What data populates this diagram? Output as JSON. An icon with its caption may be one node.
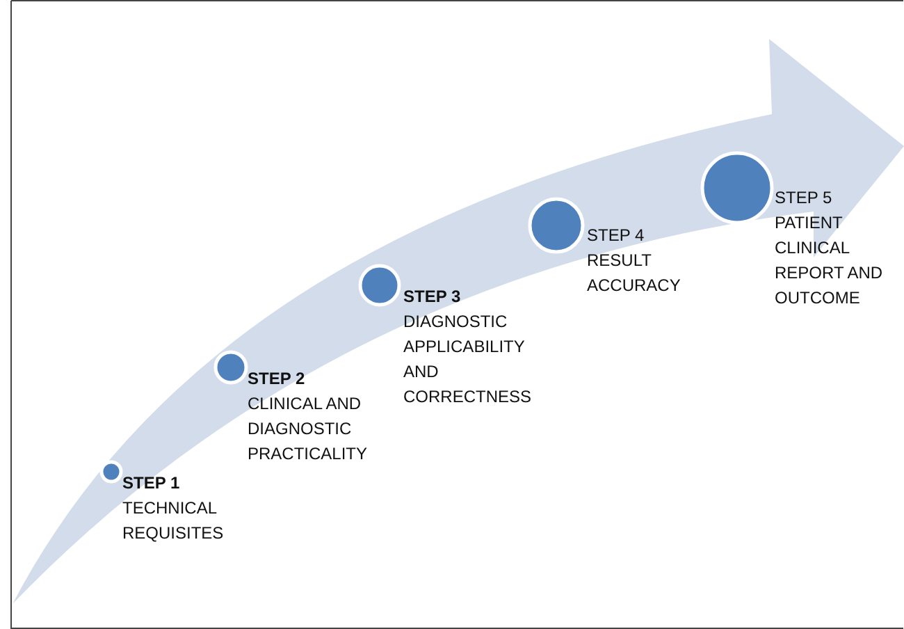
{
  "diagram": {
    "nodes": [
      {
        "text": [],
        "shape": "circle",
        "beside": [
          "STEP 1",
          "TECHNICAL REQUISITES"
        ]
      },
      {
        "text": [],
        "shape": "circle",
        "beside": [
          "STEP 2",
          "CLINICAL AND DIAGNOSTIC PRACTICALITY"
        ]
      },
      {
        "text": [],
        "shape": "circle",
        "beside": [
          "STEP 3",
          "DIAGNOSTIC APPLICABILITY AND CORRECTNESS"
        ]
      },
      {
        "text": [],
        "shape": "circle",
        "beside": [
          "STEP 4",
          "RESULT ACCURACY"
        ]
      },
      {
        "text": [],
        "shape": "circle",
        "beside": [
          "STEP 5",
          "PATIENT CLINICAL REPORT AND OUTCOME"
        ]
      }
    ]
  }
}
